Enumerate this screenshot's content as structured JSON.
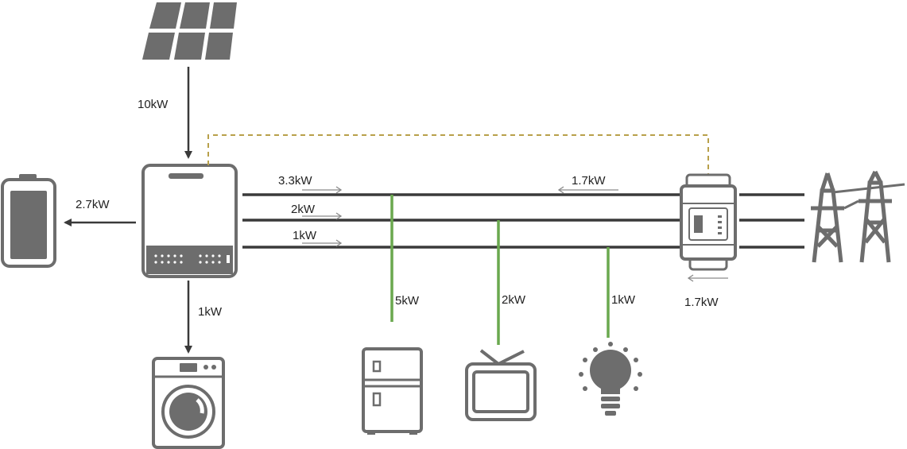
{
  "colors": {
    "icon": "#6d6d6d",
    "bus_line": "#3a3a3a",
    "load_line": "#6aa84f",
    "comm_dashed": "#b8a04a",
    "arrow_thin": "#8a8a8a",
    "text": "#222222"
  },
  "icons": {
    "solar": "solar-panel-icon",
    "inverter": "inverter-icon",
    "battery": "battery-icon",
    "washer": "washing-machine-icon",
    "fridge": "refrigerator-icon",
    "tv": "television-icon",
    "bulb": "light-bulb-icon",
    "meter": "energy-meter-icon",
    "grid": "power-pylon-icon"
  },
  "labels": {
    "solar": "10kW",
    "battery": "2.7kW",
    "washer": "1kW",
    "bus1": "3.3kW",
    "bus2": "2kW",
    "bus3": "1kW",
    "grid_in": "1.7kW",
    "fridge": "5kW",
    "tv": "2kW",
    "bulb": "1kW",
    "meter": "1.7kW"
  }
}
